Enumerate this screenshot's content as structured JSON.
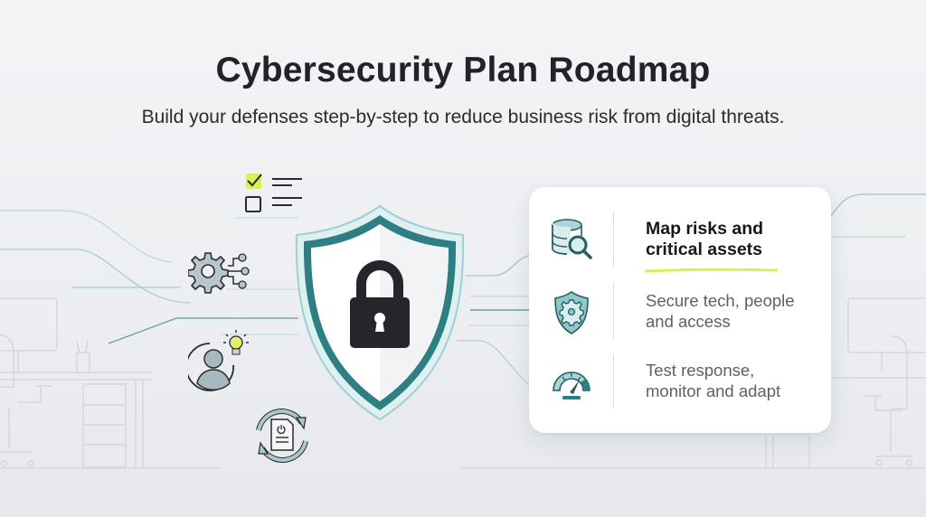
{
  "header": {
    "title": "Cybersecurity Plan Roadmap",
    "subtitle": "Build your defenses step-by-step to reduce business risk from digital threats."
  },
  "illustration": {
    "left_icons": [
      "checklist-icon",
      "gear-network-icon",
      "user-idea-icon",
      "document-refresh-icon"
    ],
    "center_icon": "shield-lock-icon",
    "background": "office-desk-line-art"
  },
  "card": {
    "steps": [
      {
        "icon": "database-search-icon",
        "label_line1": "Map risks and",
        "label_line2": "critical assets",
        "active": true
      },
      {
        "icon": "shield-gear-icon",
        "label_line1": "Secure tech, people",
        "label_line2": "and access",
        "active": false
      },
      {
        "icon": "gauge-icon",
        "label_line1": "Test response,",
        "label_line2": "monitor and adapt",
        "active": false
      }
    ]
  },
  "colors": {
    "accent_teal": "#2e7f83",
    "light_teal": "#a9d6d8",
    "highlight_lime": "#d8ef5a",
    "lock_dark": "#25262b",
    "background": "#eef0f2"
  }
}
